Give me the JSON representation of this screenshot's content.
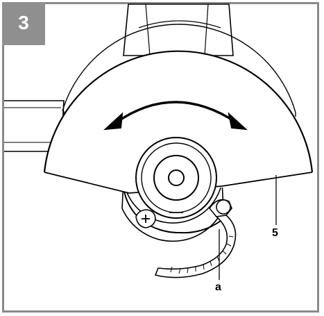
{
  "figure": {
    "number": "3",
    "callouts": {
      "guard": "5",
      "lever": "a"
    }
  }
}
